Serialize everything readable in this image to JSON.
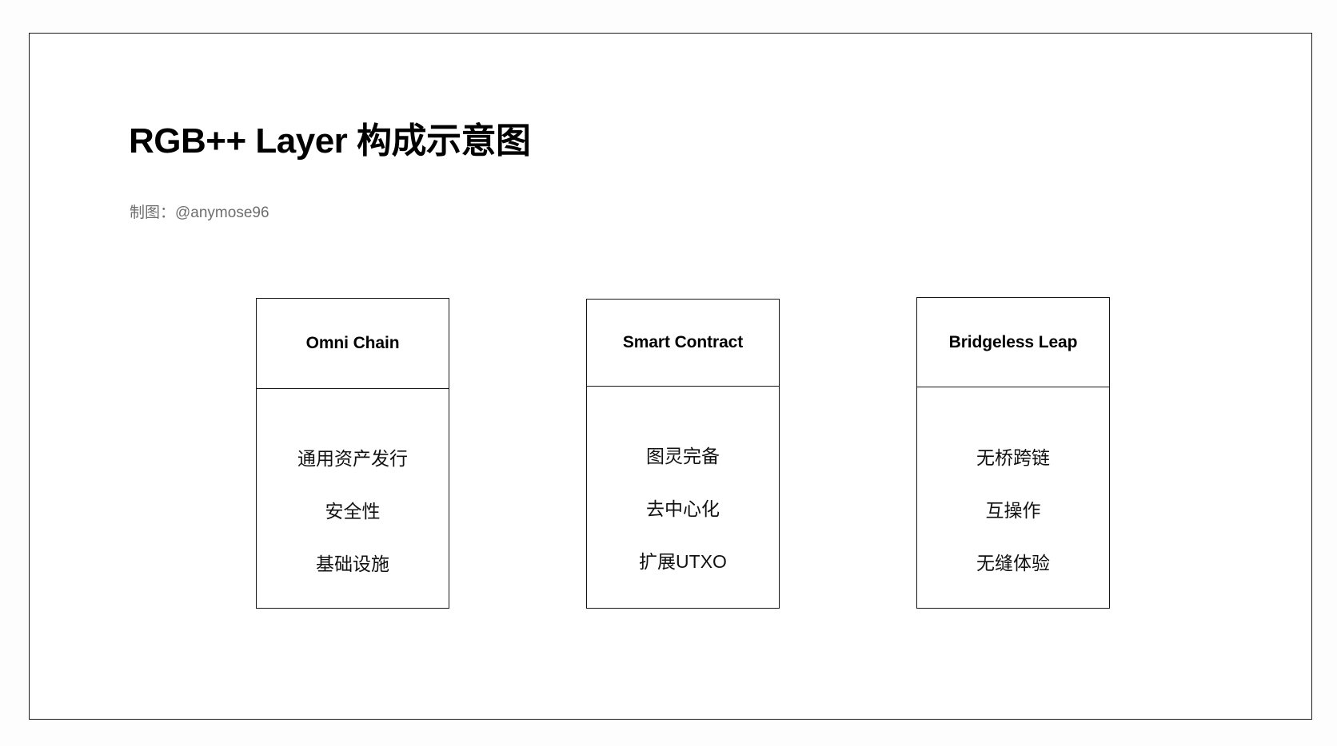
{
  "page": {
    "title": "RGB++ Layer 构成示意图",
    "byline": "制图：@anymose96",
    "background_color": "#ffffff",
    "frame_border_color": "#1b1b1b",
    "text_color": "#000000",
    "byline_color": "#6e6e6e"
  },
  "cards": [
    {
      "title": "Omni Chain",
      "items": [
        "通用资产发行",
        "安全性",
        "基础设施"
      ]
    },
    {
      "title": "Smart Contract",
      "items": [
        "图灵完备",
        "去中心化",
        "扩展UTXO"
      ]
    },
    {
      "title": "Bridgeless Leap",
      "items": [
        "无桥跨链",
        "互操作",
        "无缝体验"
      ]
    }
  ]
}
